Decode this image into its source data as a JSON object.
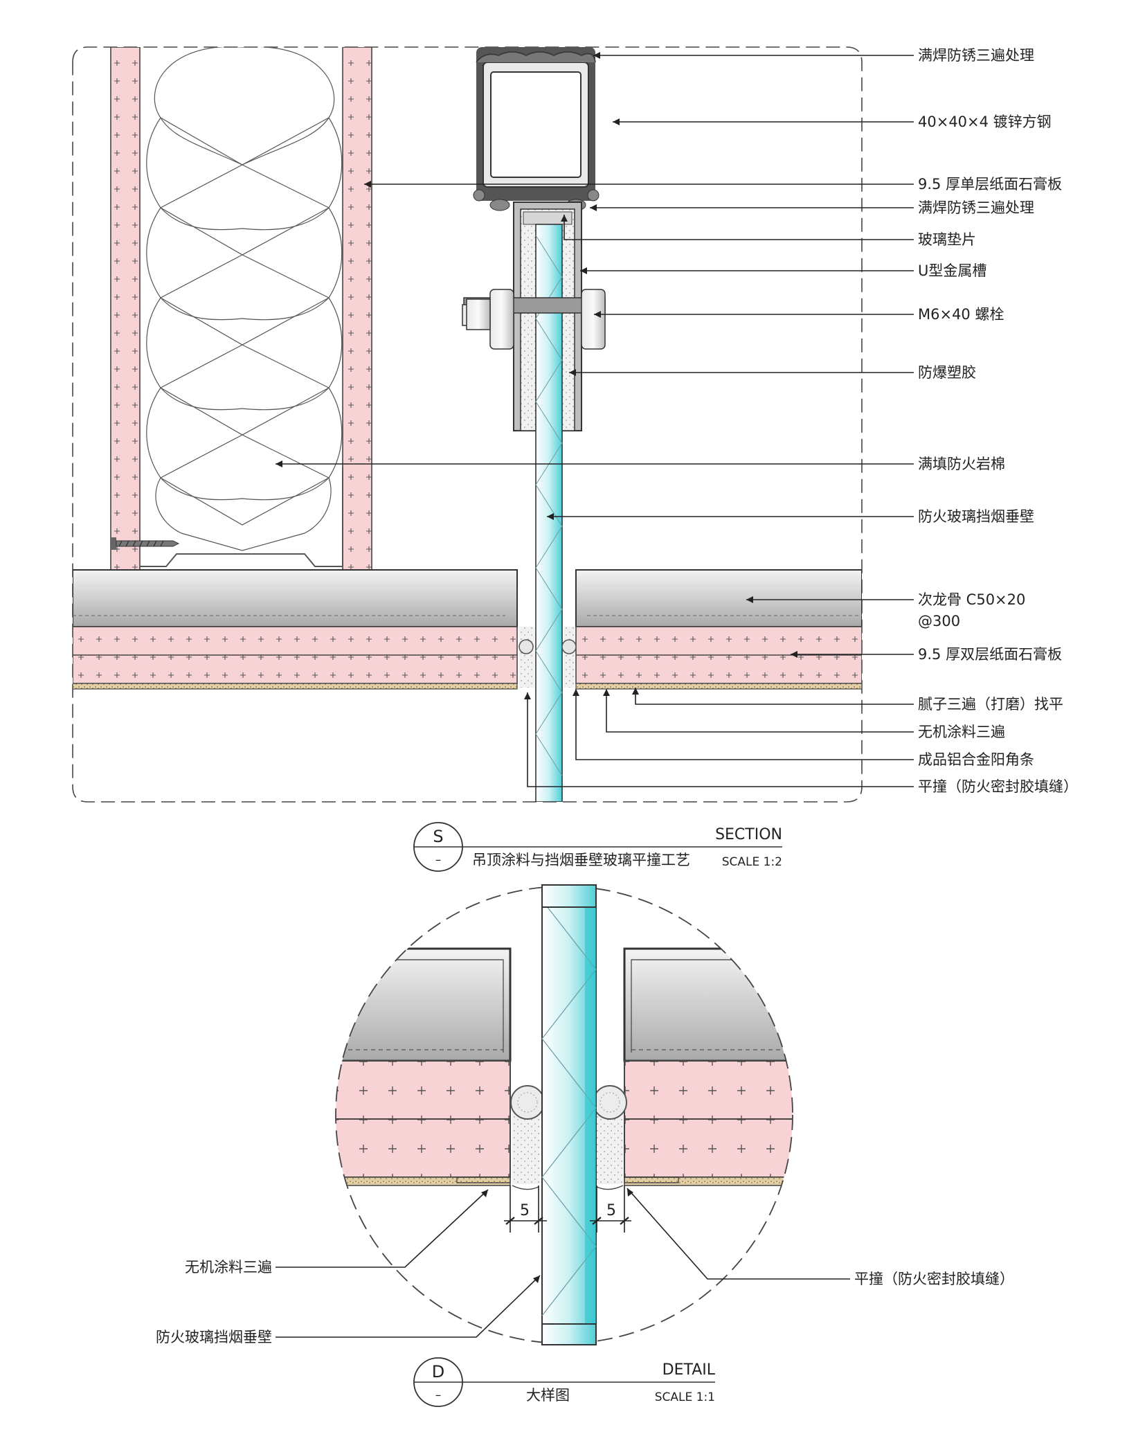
{
  "section": {
    "labels": [
      "满焊防锈三遍处理",
      "40×40×4 镀锌方钢",
      "9.5 厚单层纸面石膏板",
      "满焊防锈三遍处理",
      "玻璃垫片",
      "U型金属槽",
      "M6×40 螺栓",
      "防爆塑胶",
      "满填防火岩棉",
      "防火玻璃挡烟垂壁",
      "次龙骨 C50×20",
      "@300",
      "9.5 厚双层纸面石膏板",
      "腻子三遍（打磨）找平",
      "无机涂料三遍",
      "成品铝合金阳角条",
      "平撞（防火密封胶填缝）"
    ],
    "title_block": {
      "letter": "S",
      "sub": "–",
      "heading": "SECTION",
      "name": "吊顶涂料与挡烟垂壁玻璃平撞工艺",
      "scale": "SCALE 1:2"
    }
  },
  "detail": {
    "labels": [
      "无机涂料三遍",
      "防火玻璃挡烟垂壁",
      "平撞（防火密封胶填缝）"
    ],
    "dims": [
      "5",
      "5"
    ],
    "title_block": {
      "letter": "D",
      "sub": "–",
      "heading": "DETAIL",
      "name": "大样图",
      "scale": "SCALE 1:1"
    }
  },
  "colors": {
    "gypsum_pink": "#f8d3d6",
    "glass_cyan": "#5fd3d9",
    "steel_grey": "#cfcfcf",
    "putty_tan": "#c9b089"
  }
}
